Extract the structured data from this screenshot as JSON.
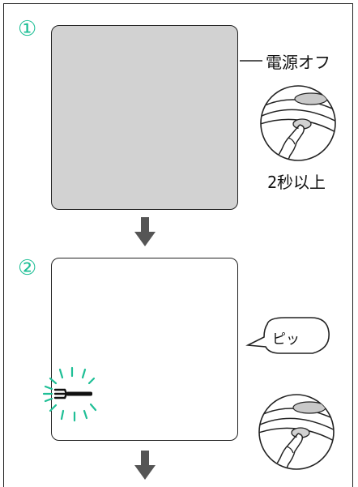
{
  "steps": [
    {
      "number": "①",
      "label": "電源オフ",
      "duration": "2秒以上",
      "screen_state": "off"
    },
    {
      "number": "②",
      "sound": "ピッ",
      "screen_state": "on",
      "indicator": "fork-icon"
    }
  ],
  "colors": {
    "accent": "#1fbf96",
    "screen_off": "#d2d2d2",
    "outline": "#222222",
    "arrow": "#555555"
  },
  "icons": [
    "hand-press-icon",
    "down-arrow-icon",
    "fork-icon"
  ]
}
